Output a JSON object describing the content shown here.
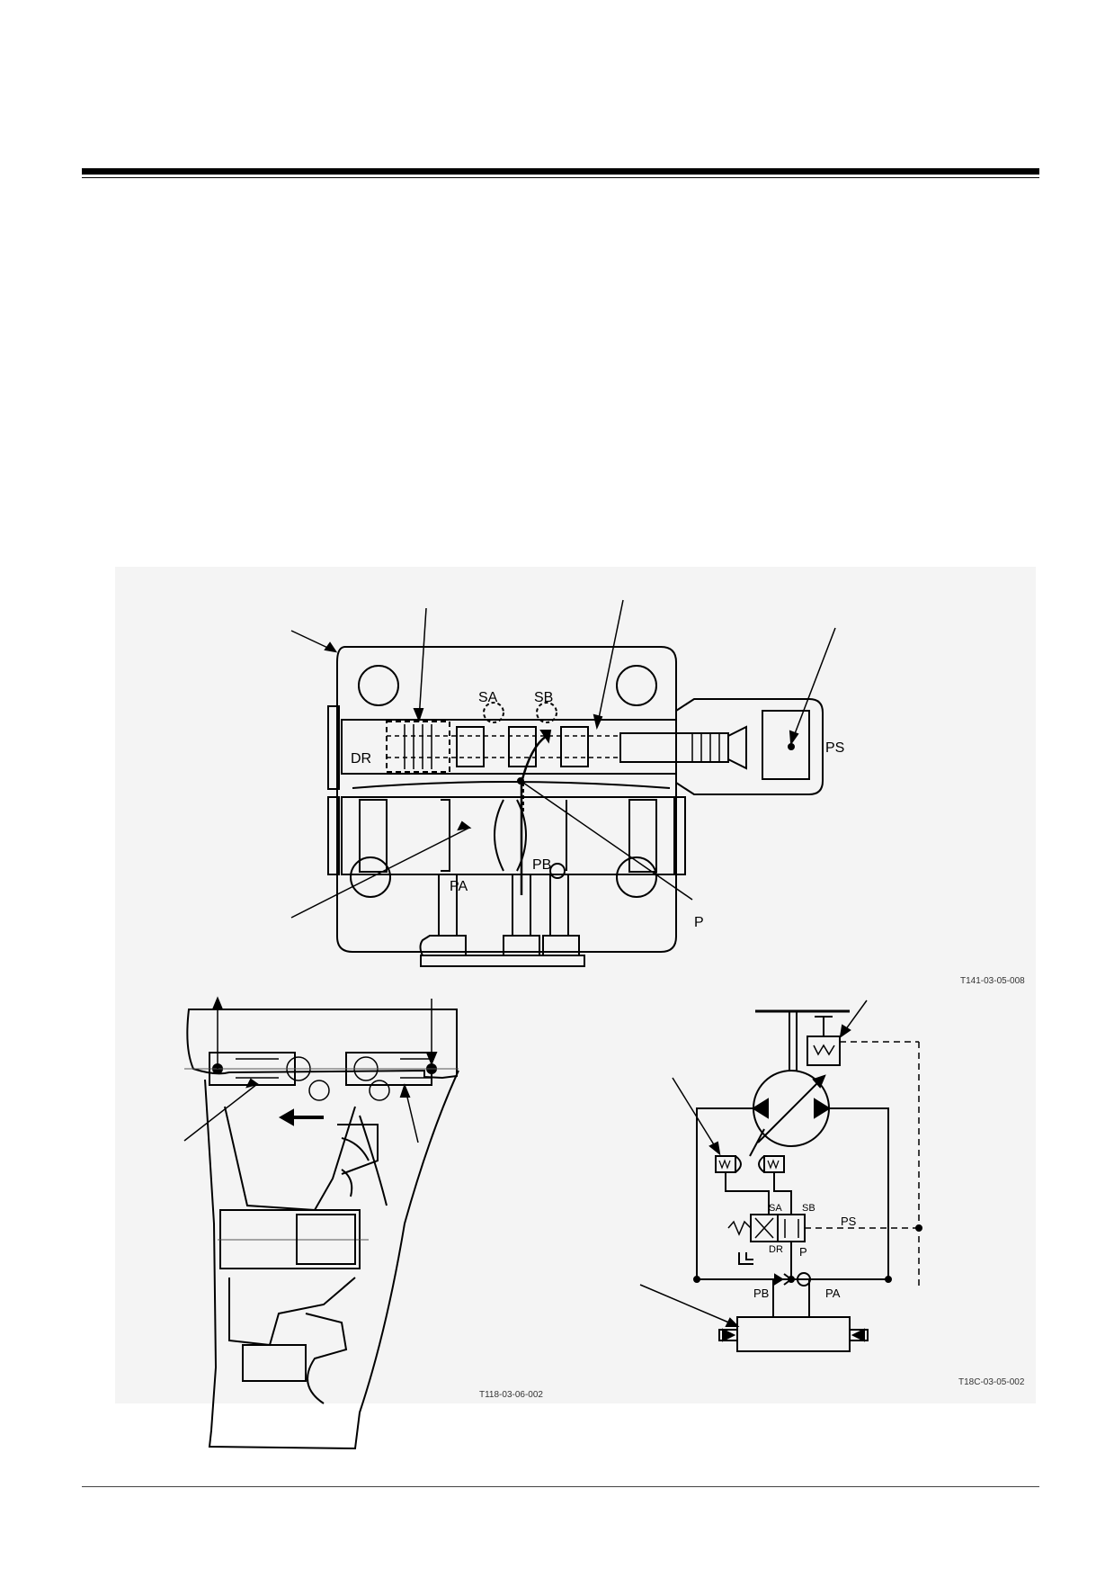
{
  "figure_top": {
    "labels": {
      "sa": "SA",
      "sb": "SB",
      "dr": "DR",
      "ps": "PS",
      "pa": "PA",
      "pb": "PB",
      "p": "P"
    },
    "code": "T141-03-05-008"
  },
  "figure_bottom_left": {
    "code": "T118-03-06-002"
  },
  "figure_bottom_right": {
    "labels": {
      "sa": "SA",
      "sb": "SB",
      "dr": "DR",
      "p": "P",
      "ps": "PS",
      "pb": "PB",
      "pa": "PA"
    },
    "code": "T18C-03-05-002"
  }
}
